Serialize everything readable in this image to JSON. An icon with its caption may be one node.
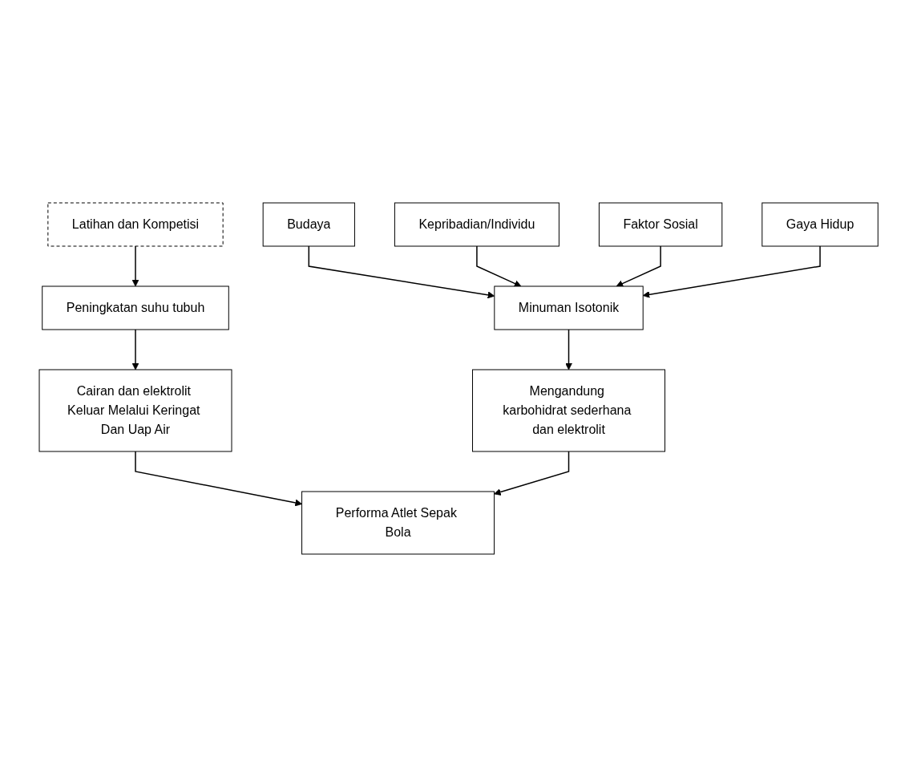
{
  "diagram": {
    "nodes": [
      {
        "text": [
          "Latihan dan Kompetisi"
        ]
      },
      {
        "text": [
          "Peningkatan suhu tubuh"
        ]
      },
      {
        "text": [
          "Cairan dan elektrolit Keluar Melalui Keringat Dan Uap Air"
        ]
      },
      {
        "text": [
          "Performa Atlet Sepak Bola"
        ]
      },
      {
        "text": [
          "Mengandung karbohidrat sederhana dan elektrolit"
        ]
      },
      {
        "text": [
          "Minuman Isotonik"
        ]
      },
      {
        "text": [
          "Budaya"
        ]
      },
      {
        "text": [
          "Kepribadian/Individu"
        ]
      },
      {
        "text": [
          "Faktor Sosial"
        ]
      },
      {
        "text": [
          "Gaya Hidup"
        ]
      }
    ],
    "edges": [
      {
        "from": 0,
        "to": 1,
        "arrow": "to"
      },
      {
        "from": 1,
        "to": 2,
        "arrow": "to"
      },
      {
        "from": 2,
        "to": 3,
        "arrow": "to"
      },
      {
        "from": 4,
        "to": 3,
        "arrow": "to"
      },
      {
        "from": 5,
        "to": 4,
        "arrow": "to"
      },
      {
        "from": 6,
        "to": 5,
        "arrow": "to"
      },
      {
        "from": 7,
        "to": 5,
        "arrow": "to"
      },
      {
        "from": 8,
        "to": 5,
        "arrow": "to"
      },
      {
        "from": 9,
        "to": 5,
        "arrow": "to"
      }
    ]
  }
}
